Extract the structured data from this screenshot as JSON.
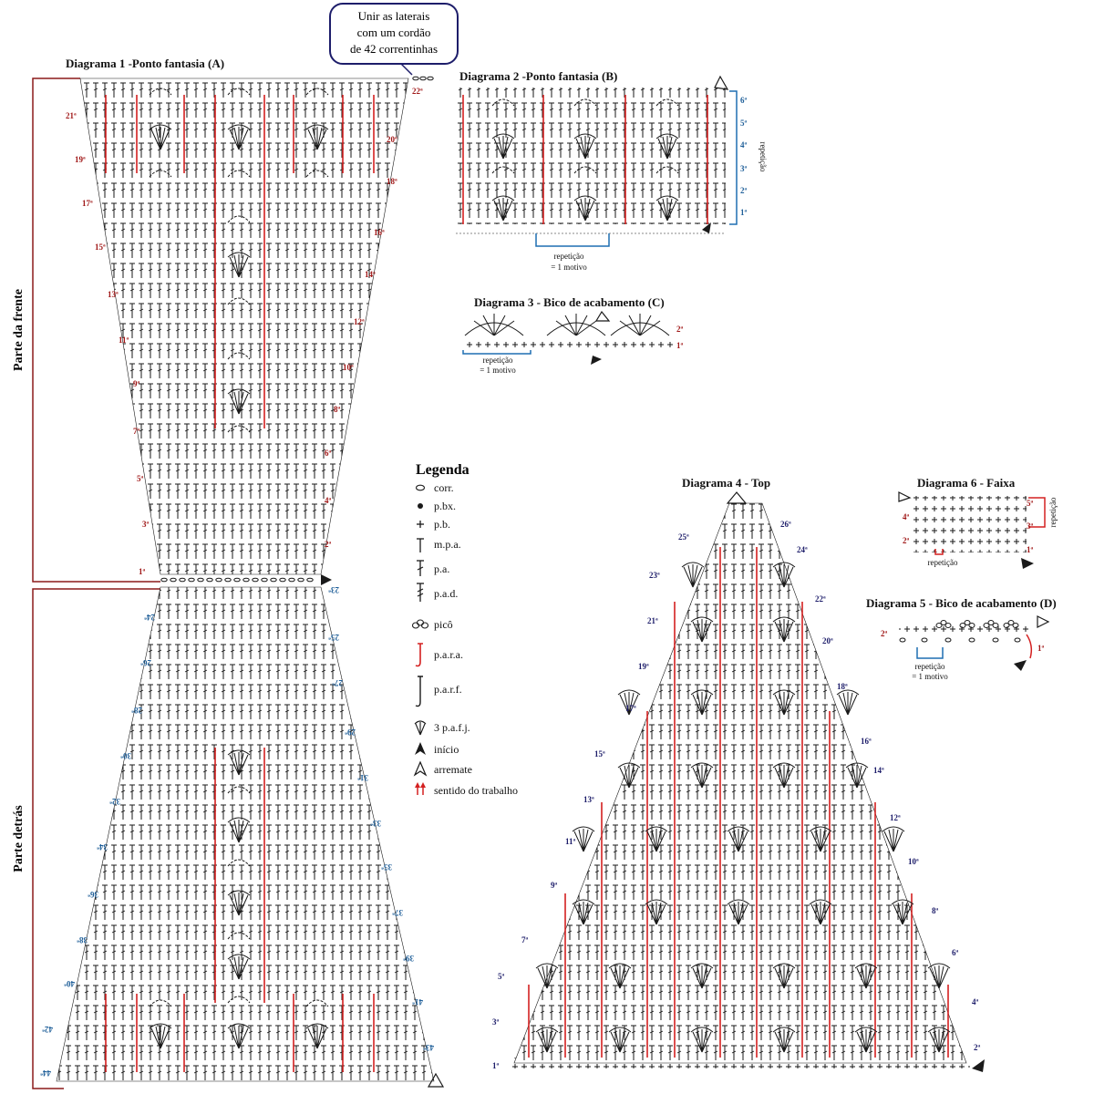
{
  "callout": {
    "line1": "Unir as laterais",
    "line2": "com um cordão",
    "line3": "de 42 correntinhas"
  },
  "diagrams": {
    "d1": {
      "title": "Diagrama 1 -Ponto fantasia (A)"
    },
    "d2": {
      "title": "Diagrama 2 -Ponto fantasia (B)"
    },
    "d3": {
      "title": "Diagrama 3 - Bico de acabamento (C)"
    },
    "d4": {
      "title": "Diagrama 4  - Top"
    },
    "d5": {
      "title": "Diagrama 5 - Bico de acabamento (D)"
    },
    "d6": {
      "title": "Diagrama 6  - Faixa"
    }
  },
  "side_labels": {
    "front": "Parte da frente",
    "back": "Parte detrás"
  },
  "notes": {
    "repeticao": "repetição",
    "motivo": "= 1 motivo",
    "repeticao_vertical": "repetição"
  },
  "legend": {
    "title": "Legenda",
    "items": [
      {
        "icon": "chain-oval-icon",
        "label": "corr."
      },
      {
        "icon": "dot-icon",
        "label": "p.bx."
      },
      {
        "icon": "plus-icon",
        "label": "p.b."
      },
      {
        "icon": "t-stitch-icon",
        "label": "m.p.a."
      },
      {
        "icon": "dc-stitch-icon",
        "label": "p.a."
      },
      {
        "icon": "tr-stitch-icon",
        "label": "p.a.d."
      },
      {
        "icon": "picot-icon",
        "label": "picô"
      },
      {
        "icon": "hook-red-icon",
        "label": "p.a.r.a."
      },
      {
        "icon": "hook-black-icon",
        "label": "p.a.r.f."
      },
      {
        "icon": "cluster-icon",
        "label": "3 p.a.f.j."
      },
      {
        "icon": "start-arrow-icon",
        "label": "início"
      },
      {
        "icon": "end-arrow-icon",
        "label": "arremate"
      },
      {
        "icon": "direction-arrows-icon",
        "label": "sentido do trabalho"
      }
    ]
  },
  "rows": {
    "d1_front_right": [
      "22ª",
      "20ª",
      "18ª",
      "16ª",
      "14ª",
      "12ª",
      "10ª",
      "8ª",
      "6ª",
      "4ª",
      "2ª"
    ],
    "d1_front_left": [
      "21ª",
      "19ª",
      "17ª",
      "15ª",
      "13ª",
      "11ª",
      "9ª",
      "7ª",
      "5ª",
      "3ª",
      "1ª"
    ],
    "d1_back_right": [
      "23ª",
      "25ª",
      "27ª",
      "29ª",
      "31ª",
      "33ª",
      "35ª",
      "37ª",
      "39ª",
      "41ª",
      "43ª"
    ],
    "d1_back_left": [
      "24ª",
      "26ª",
      "28ª",
      "30ª",
      "32ª",
      "34ª",
      "36ª",
      "38ª",
      "40ª",
      "42ª",
      "44ª"
    ],
    "d2": [
      "6ª",
      "5ª",
      "4ª",
      "3ª",
      "2ª",
      "1ª"
    ],
    "d3": [
      "2ª",
      "1ª"
    ],
    "d4_left": [
      "25ª",
      "23ª",
      "21ª",
      "19ª",
      "17ª",
      "15ª",
      "13ª",
      "11ª",
      "9ª",
      "7ª",
      "5ª",
      "3ª",
      "1ª"
    ],
    "d4_right": [
      "26ª",
      "24ª",
      "22ª",
      "20ª",
      "18ª",
      "16ª",
      "14ª",
      "12ª",
      "10ª",
      "8ª",
      "6ª",
      "4ª",
      "2ª"
    ],
    "d5": [
      "2ª",
      "1ª"
    ],
    "d6_left": [
      "4ª",
      "2ª"
    ],
    "d6_right": [
      "5ª",
      "3ª",
      "1ª"
    ]
  },
  "colors": {
    "red": "#d42020",
    "ink": "#1a1a1a",
    "blue": "#1f6fb2",
    "maroon": "#8b1a1a",
    "navy": "#1d1d6a"
  }
}
